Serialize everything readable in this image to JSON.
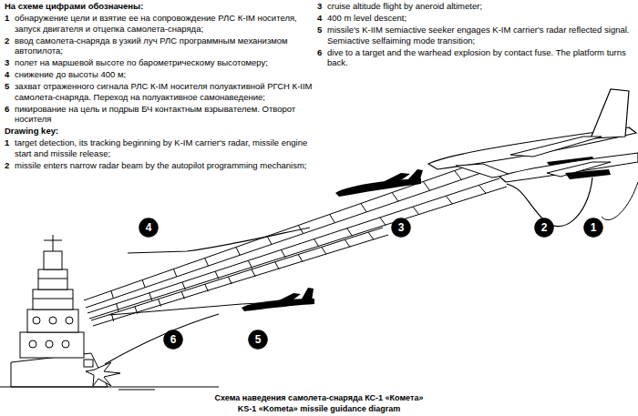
{
  "diagram": {
    "title": "Схема наведения самолета-снаряда КС-1 «Комета»",
    "caption": "KS-1 «Kometa» missile guidance diagram",
    "nodes": [
      {
        "text": [
          "1"
        ]
      },
      {
        "text": [
          "2"
        ]
      },
      {
        "text": [
          "3"
        ]
      },
      {
        "text": [
          "4"
        ]
      },
      {
        "text": [
          "5"
        ]
      },
      {
        "text": [
          "6"
        ]
      }
    ],
    "labels": [
      "На схеме цифрами обозначены:",
      "1",
      "обнаружение цели и взятие ее на сопровождение РЛС К-IМ носителя, запуск двигателя и отцепка самолета-снаряда;",
      "2",
      "ввод самолета-снаряда в узкий луч РЛС программным механизмом автопилота;",
      "3",
      "полет на маршевой высоте по барометрическому высотомеру;",
      "4",
      "снижение до высоты 400 м;",
      "5",
      "захват отраженного сигнала РЛС К-IМ носителя полуактивной РГСН К-IIМ самолета-снаряда. Переход на полуактивное самонаведение;",
      "6",
      "пикирование на цель и подрыв БЧ контактным взрывателем. Отворот носителя",
      "Drawing key:",
      "1",
      "target detection, its tracking beginning by K-IM carrier's radar, missile engine start and missile release;",
      "2",
      "missile enters narrow radar beam by the autopilot programming mechanism;",
      "3",
      "cruise altitude flight by aneroid altimeter;",
      "4",
      "400 m level descent;",
      "5",
      "missile's K-IIM semiactive seeker engages K-IM carrier's radar reflected signal. Semiactive selfaiming mode transition;",
      "6",
      "dive to a target and the warhead explosion by contact fuse. The platform turns back."
    ]
  }
}
